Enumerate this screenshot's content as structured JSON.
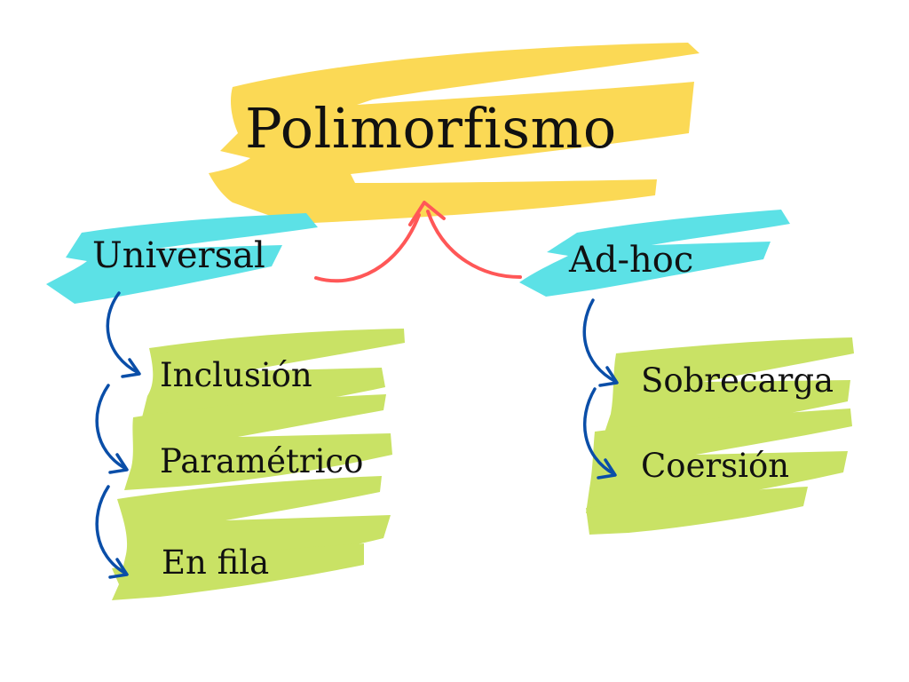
{
  "title": "Polimorfismo",
  "branches": [
    {
      "label": "Universal",
      "items": [
        "Inclusión",
        "Paramétrico",
        "En fila"
      ]
    },
    {
      "label": "Ad-hoc",
      "items": [
        "Sobrecarga",
        "Coersión"
      ]
    }
  ],
  "colors": {
    "title_highlight": "#fbd955",
    "branch_highlight": "#5ce1e6",
    "leaf_highlight": "#c9e265",
    "connector_to_title": "#ff5757",
    "connector_to_leaf": "#0a4ea8",
    "text": "#111111"
  }
}
